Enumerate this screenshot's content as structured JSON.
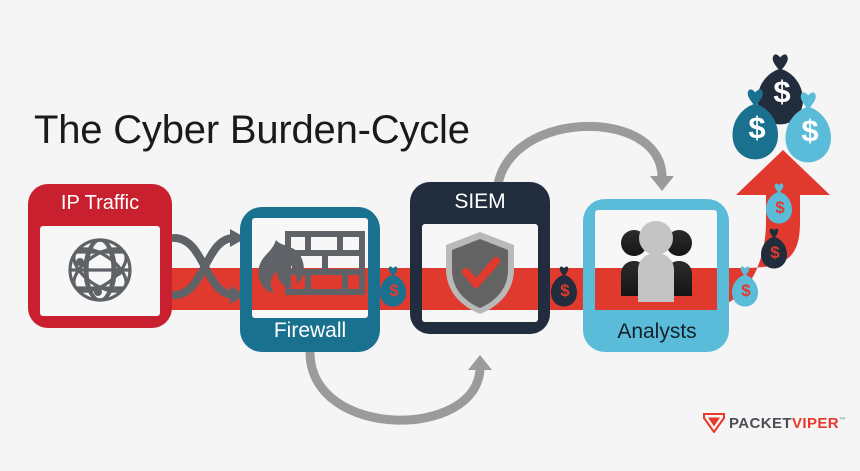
{
  "page": {
    "title": "The Cyber Burden-Cycle",
    "background_color": "#f5f5f5"
  },
  "colors": {
    "red": "#e03a2f",
    "red_dark": "#c8202f",
    "teal": "#19708f",
    "navy": "#212c3d",
    "light_blue": "#5bbcd9",
    "gray_arrow": "#9b9b9b",
    "gray_icon": "#5f6368",
    "white": "#f7f7f7"
  },
  "stages": [
    {
      "id": "ip-traffic",
      "label": "IP Traffic",
      "icon": "globe-network-icon",
      "accent": "#c8202f",
      "label_position": "top"
    },
    {
      "id": "firewall",
      "label": "Firewall",
      "icon": "firewall-brick-flame-icon",
      "accent": "#19708f",
      "label_position": "bottom"
    },
    {
      "id": "siem",
      "label": "SIEM",
      "icon": "shield-check-icon",
      "accent": "#212c3d",
      "label_position": "top"
    },
    {
      "id": "analysts",
      "label": "Analysts",
      "icon": "people-group-icon",
      "accent": "#5bbcd9",
      "label_position": "bottom"
    }
  ],
  "flow": {
    "band_color": "#e03a2f",
    "band_shape": "horizontal-band-curving-up-into-arrow",
    "crossing_arrows": "two-crossing-arrows-between-ip-traffic-and-firewall",
    "top_arc": "arc-arrow-from-siem-to-analysts",
    "bottom_arc": "arc-arrow-from-firewall-to-siem"
  },
  "cost_bags": [
    {
      "id": "bag-after-firewall",
      "color": "#19708f",
      "symbol": "$"
    },
    {
      "id": "bag-after-siem",
      "color": "#212c3d",
      "symbol": "$"
    },
    {
      "id": "bag-after-analysts",
      "color": "#5bbcd9",
      "symbol": "$"
    },
    {
      "id": "bag-on-arrow-lower",
      "color": "#212c3d",
      "symbol": "$"
    },
    {
      "id": "bag-on-arrow-upper",
      "color": "#5bbcd9",
      "symbol": "$"
    }
  ],
  "money_pile": [
    {
      "id": "bag-pile-top",
      "color": "#212c3d",
      "symbol": "$"
    },
    {
      "id": "bag-pile-left",
      "color": "#19708f",
      "symbol": "$"
    },
    {
      "id": "bag-pile-right",
      "color": "#5bbcd9",
      "symbol": "$"
    }
  ],
  "logo": {
    "mark": "viper-chevron-icon",
    "word_one": "PACKET",
    "word_two": "VIPER",
    "trademark": "™"
  }
}
